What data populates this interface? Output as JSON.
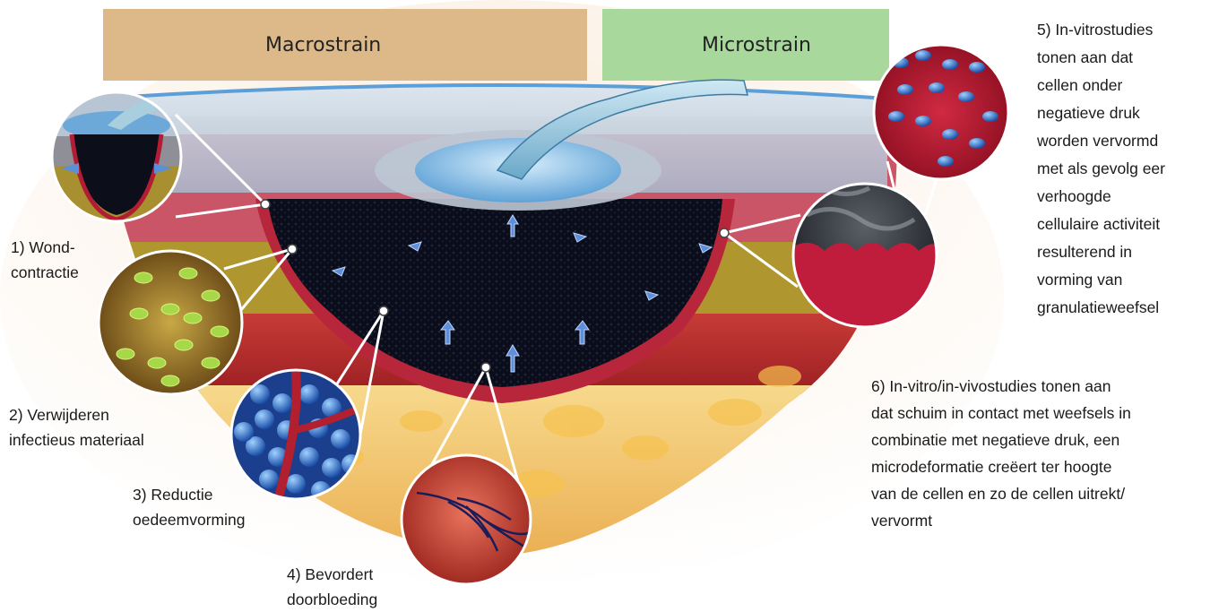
{
  "headers": {
    "macrostrain": "Macrostrain",
    "microstrain": "Microstrain"
  },
  "labels": {
    "wound_contraction": [
      "1) Wond-",
      "contractie"
    ],
    "infectious_removal": [
      "2) Verwijderen",
      "infectieus materiaal"
    ],
    "edema_reduction": [
      "3) Reductie",
      "oedeemvorming"
    ],
    "perfusion": [
      "4) Bevordert",
      "doorbloeding"
    ],
    "in_vitro": [
      "5) In-vitrostudies",
      "tonen aan dat",
      "cellen onder",
      "negatieve druk",
      "worden vervormd",
      "met als gevolg eer",
      "verhoogde",
      "cellulaire activiteit",
      "resulterend in",
      "vorming van",
      "granulatieweefsel"
    ],
    "in_vivo": [
      "6) In-vitro/in-vivostudies tonen aan",
      "dat schuim in contact met weefsels in",
      "combinatie met negatieve druk, een",
      "microdeformatie creëert ter hoogte",
      "van de cellen en zo de cellen uitrekt/",
      "vervormt"
    ]
  },
  "colors": {
    "macro_panel": "#ddb98a",
    "micro_panel": "#a9d89d",
    "dressing": "#bfd2e6",
    "foam": "#0c0f1c",
    "wound_bed": "#b7263a",
    "fat": "#eac15b",
    "callout_line": "#ffffff"
  }
}
